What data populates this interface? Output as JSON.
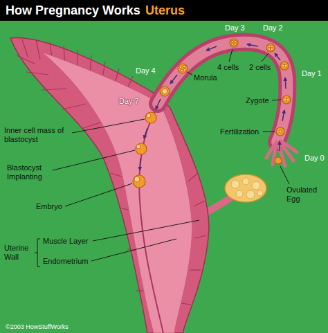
{
  "diagram": {
    "title": "How Pregnancy Works",
    "labels": [
      "Uterus",
      "Day 3",
      "Day 2",
      "Day 1",
      "Day 4",
      "4 cells",
      "2 cells",
      "Morula",
      "Zygote",
      "Fertilization",
      "Day 0",
      "Day 7",
      "Inner cell mass of blastocyst",
      "Ovulated Egg",
      "Blastocyst Implanting",
      "Embryo",
      "Uterine Wall",
      "Muscle Layer",
      "Endometrium",
      "©2003 HowStuffWorks"
    ]
  }
}
